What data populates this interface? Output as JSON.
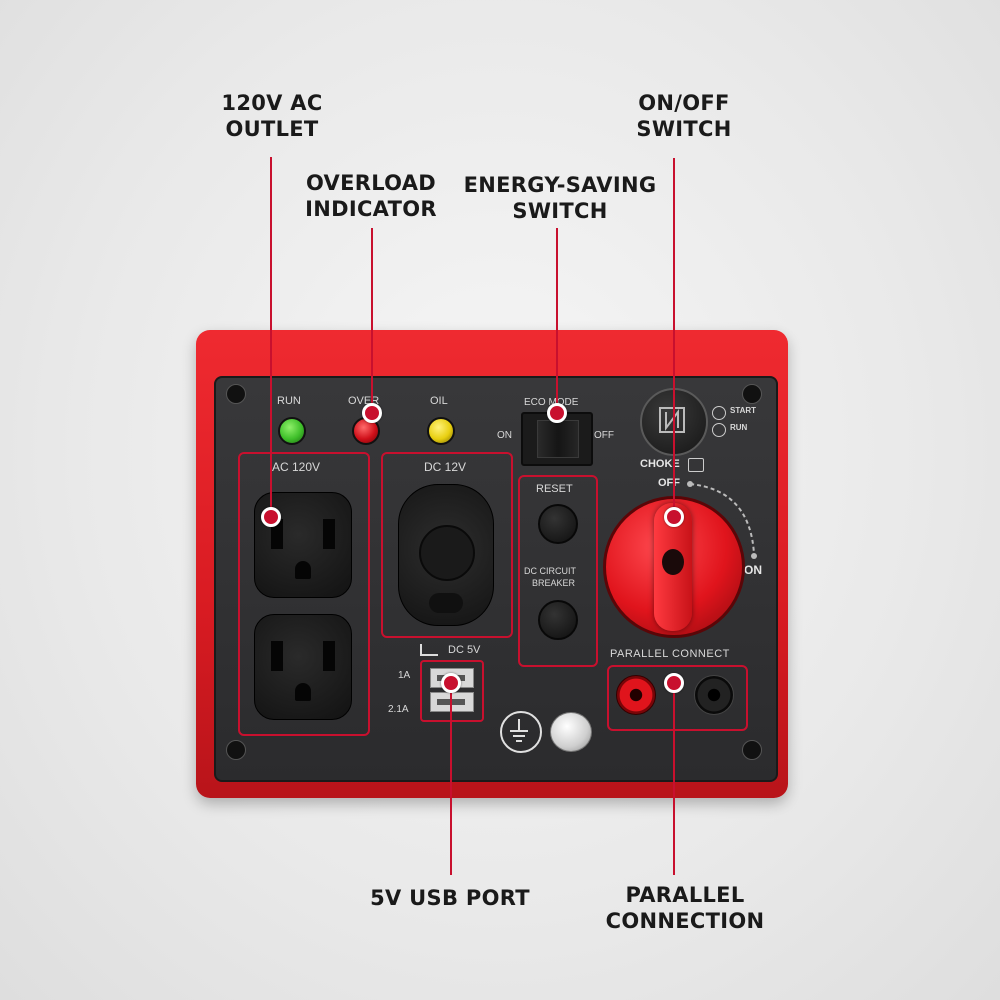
{
  "callouts": {
    "ac_outlet": [
      "120V AC",
      "OUTLET"
    ],
    "overload": [
      "OVERLOAD",
      "INDICATOR"
    ],
    "energy_saving": [
      "ENERGY-SAVING",
      "SWITCH"
    ],
    "onoff": [
      "ON/OFF",
      "SWITCH"
    ],
    "usb": [
      "5V USB PORT"
    ],
    "parallel": [
      "PARALLEL",
      "CONNECTION"
    ]
  },
  "panel": {
    "indicators": {
      "run": "RUN",
      "over": "OVER",
      "oil": "OIL"
    },
    "indicator_colors": {
      "run": "#3fbf2a",
      "over": "#d0101a",
      "oil": "#e8cf10"
    },
    "eco": {
      "title": "ECO MODE",
      "on": "ON",
      "off": "OFF"
    },
    "ac_title": "AC 120V",
    "dc12_title": "DC 12V",
    "reset": "RESET",
    "breaker": [
      "DC CIRCUIT",
      "BREAKER"
    ],
    "usb_title": "DC 5V",
    "usb_1a": "1A",
    "usb_21a": "2.1A",
    "choke": "CHOKE",
    "start": "START",
    "run_label": "RUN",
    "knob_off": "OFF",
    "knob_on": "ON",
    "parallel_title": "PARALLEL CONNECT"
  },
  "colors": {
    "accent": "#c8102e",
    "frame": "#e41e26",
    "panel": "#2e2e30"
  }
}
